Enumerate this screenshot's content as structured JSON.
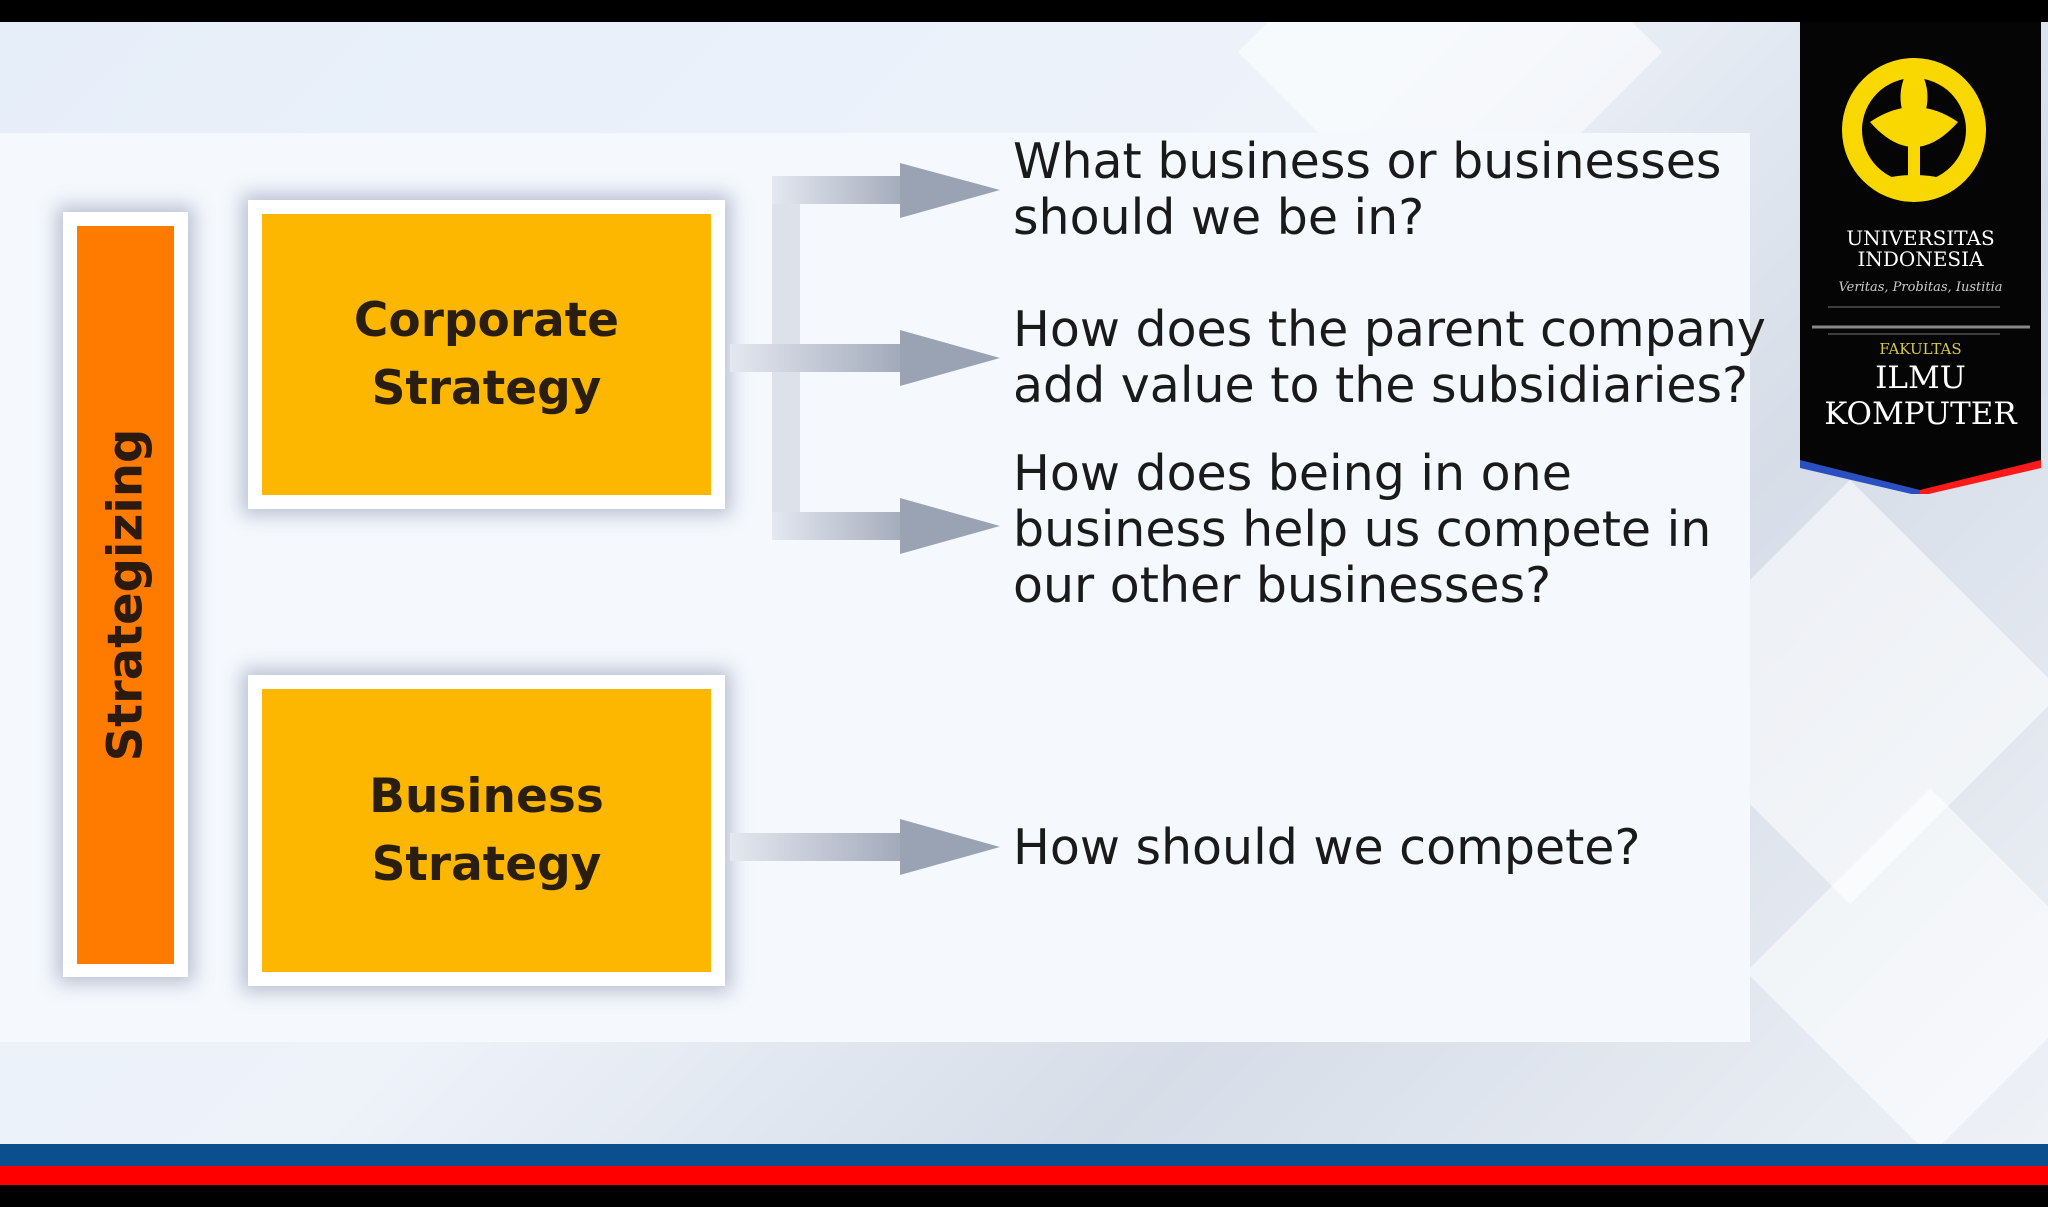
{
  "left_label": "Strategizing",
  "boxes": {
    "corporate": "Corporate\nStrategy",
    "business": "Business\nStrategy"
  },
  "questions": [
    "What business or businesses\nshould we be in?",
    "How does the parent company\nadd value to the subsidiaries?",
    "How does being in one\nbusiness help us compete in\nour other businesses?",
    "How should we compete?"
  ],
  "logo": {
    "university": "UNIVERSITAS\nINDONESIA",
    "motto": "Veritas, Probitas, Iustitia",
    "faculty_label": "FAKULTAS",
    "faculty": "ILMU\nKOMPUTER"
  },
  "colors": {
    "orange": "#ff7b00",
    "gold": "#fdb700",
    "blue": "#0b4f8e",
    "red": "#ff0000"
  }
}
